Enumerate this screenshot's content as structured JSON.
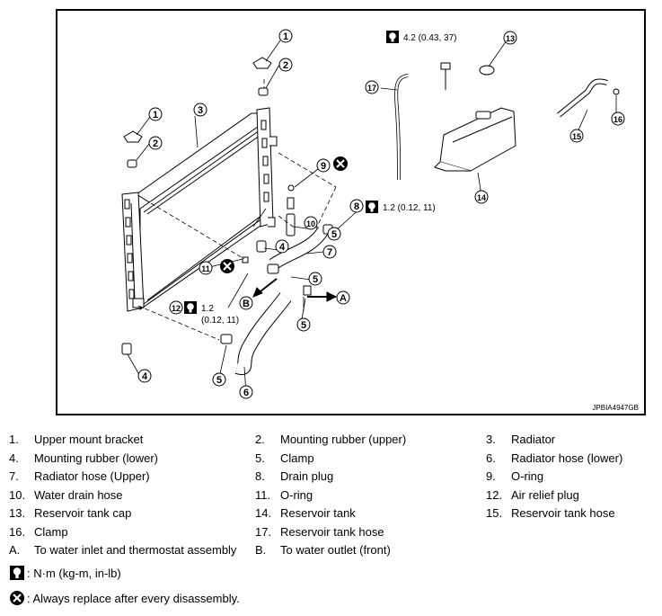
{
  "figure": {
    "id": "JPBIA4947GB",
    "callouts": [
      "1",
      "2",
      "3",
      "4",
      "5",
      "6",
      "7",
      "8",
      "9",
      "10",
      "11",
      "12",
      "13",
      "14",
      "15",
      "16",
      "17",
      "A",
      "B"
    ],
    "torque": {
      "t1": "4.2 (0.43, 37)",
      "t2": "1.2 (0.12, 11)",
      "t3a": "1.2",
      "t3b": "(0.12, 11)"
    }
  },
  "legend": [
    {
      "num": "1.",
      "text": "Upper mount bracket"
    },
    {
      "num": "2.",
      "text": "Mounting rubber (upper)"
    },
    {
      "num": "3.",
      "text": "Radiator"
    },
    {
      "num": "4.",
      "text": "Mounting rubber (lower)"
    },
    {
      "num": "5.",
      "text": "Clamp"
    },
    {
      "num": "6.",
      "text": "Radiator hose (lower)"
    },
    {
      "num": "7.",
      "text": "Radiator hose (Upper)"
    },
    {
      "num": "8.",
      "text": "Drain plug"
    },
    {
      "num": "9.",
      "text": "O-ring"
    },
    {
      "num": "10.",
      "text": "Water drain hose"
    },
    {
      "num": "11.",
      "text": "O-ring"
    },
    {
      "num": "12.",
      "text": "Air relief plug"
    },
    {
      "num": "13.",
      "text": "Reservoir tank cap"
    },
    {
      "num": "14.",
      "text": "Reservoir tank"
    },
    {
      "num": "15.",
      "text": "Reservoir tank hose"
    },
    {
      "num": "16.",
      "text": "Clamp"
    },
    {
      "num": "17.",
      "text": "Reservoir tank hose"
    },
    {
      "num": "A.",
      "text": "To water inlet and thermostat assembly"
    },
    {
      "num": "B.",
      "text": "To water outlet (front)"
    }
  ],
  "symbols": {
    "torque": ": N·m (kg-m, in-lb)",
    "replace": ": Always replace after every disassembly."
  }
}
